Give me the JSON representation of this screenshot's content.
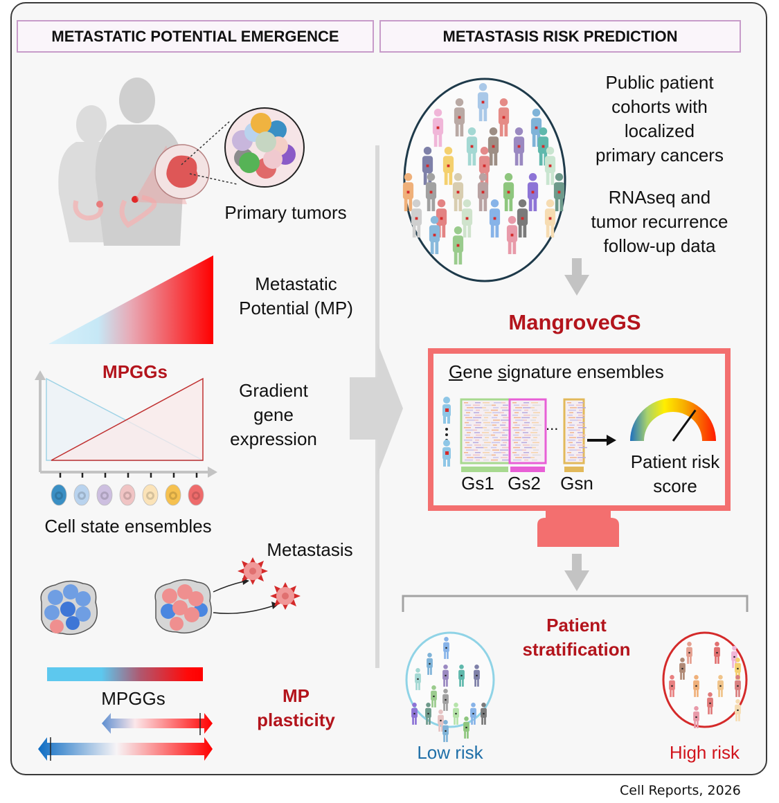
{
  "left_panel": {
    "header": "METASTATIC POTENTIAL EMERGENCE",
    "primary_tumors_label": "Primary tumors",
    "mp_label_line1": "Metastatic",
    "mp_label_line2": "Potential (MP)",
    "mpggs_title": "MPGGs",
    "gradient_label_line1": "Gradient",
    "gradient_label_line2": "gene",
    "gradient_label_line3": "expression",
    "cell_state_label": "Cell state ensembles",
    "cell_state_colors": [
      "#3a8fc4",
      "#b9d3ee",
      "#cdbfe0",
      "#f0c4c4",
      "#fbe3b8",
      "#f6c14f",
      "#ee6b6b"
    ],
    "metastasis_label": "Metastasis",
    "mpggs_bar_label": "MPGGs",
    "mp_plasticity_line1": "MP",
    "mp_plasticity_line2": "plasticity"
  },
  "right_panel": {
    "header": "METASTASIS RISK PREDICTION",
    "cohort_text_line1": "Public patient",
    "cohort_text_line2": "cohorts with",
    "cohort_text_line3": "localized",
    "cohort_text_line4": "primary cancers",
    "data_text_line1": "RNAseq and",
    "data_text_line2": "tumor recurrence",
    "data_text_line3": "follow-up data",
    "tool_name": "MangroveGS",
    "ensembles_title_g": "G",
    "ensembles_title_mid": "ene ",
    "ensembles_title_s": "s",
    "ensembles_title_rest": "ignature ensembles",
    "gs_labels": [
      "Gs1",
      "Gs2",
      "Gsn"
    ],
    "gs_colors": [
      "#a7d98f",
      "#e85fd6",
      "#e2b95a"
    ],
    "ellipsis": "...",
    "risk_score_line1": "Patient risk",
    "risk_score_line2": "score",
    "gauge_level": 0.7,
    "stratification_line1": "Patient",
    "stratification_line2": "stratification",
    "low_risk_label": "Low risk",
    "high_risk_label": "High risk"
  },
  "colors": {
    "accent_red": "#b3141c",
    "monitor": "#f36f6f",
    "low_risk": "#1f6fa8",
    "high_risk": "#d1141c",
    "low_circle": "#8fd3e6",
    "high_circle": "#d42a2a",
    "cohort_circle": "#1e3a4a"
  },
  "cohort_people_colors": [
    "#a9c8e8",
    "#b9a9a4",
    "#e58b86",
    "#7fb3d8",
    "#f0b6d8",
    "#a4d8d3",
    "#9d8e84",
    "#9a89c1",
    "#5fb8ac",
    "#7e80a8",
    "#f4d06e",
    "#e38a8a",
    "#c9e5d0",
    "#efb07a",
    "#a1a1a1",
    "#d8cdb0",
    "#b8a2a2",
    "#8ec67e",
    "#8d74d6",
    "#6e9a8b",
    "#cfcfcf",
    "#e38383",
    "#cfe3cc",
    "#87b3e8",
    "#7a7a7a",
    "#f6dcb2",
    "#88b9dc",
    "#9acb8d",
    "#e89aa9"
  ],
  "low_people_colors": [
    "#87b3e8",
    "#7fb3d8",
    "#a4d8d3",
    "#9a89c1",
    "#5fb8ac",
    "#7e80a8",
    "#9acb8d",
    "#a1a1a1",
    "#8d74d6",
    "#6e9a8b",
    "#e6c3c3",
    "#b5e3a9",
    "#87b3e8",
    "#7a7a7a",
    "#7fb3d8",
    "#8ec67e"
  ],
  "high_people_colors": [
    "#e5a090",
    "#e06f6f",
    "#f0b6d8",
    "#b08a76",
    "#f4d06e",
    "#e88080",
    "#efb07a",
    "#f0c48a",
    "#d98080",
    "#e07a7a",
    "#f6dcb2",
    "#e89aa9"
  ],
  "footer": "Cell Reports, 2026"
}
